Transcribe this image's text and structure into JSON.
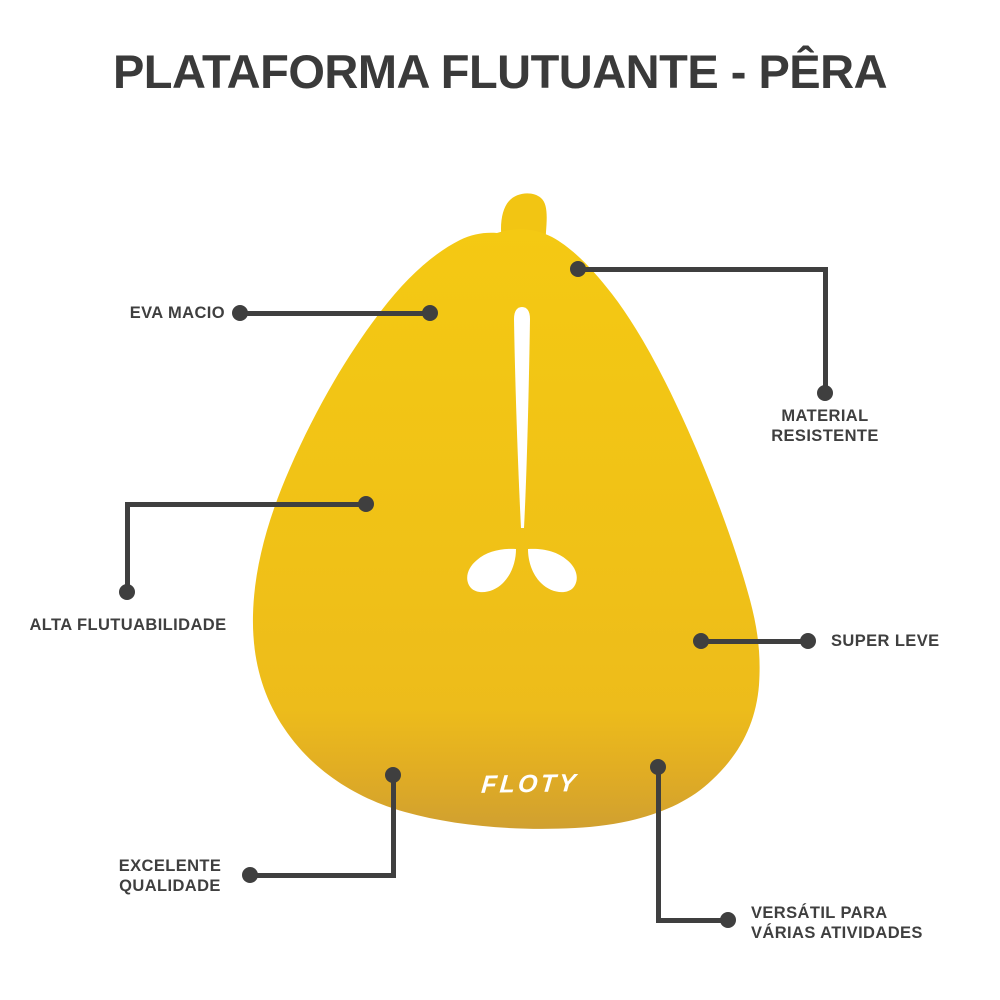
{
  "title": "PLATAFORMA FLUTUANTE - PÊRA",
  "product": {
    "shape": "pear",
    "logo": "FLOTY"
  },
  "callouts": {
    "eva_macio": {
      "label": "EVA MACIO"
    },
    "material_resistente": {
      "line1": "MATERIAL",
      "line2": "RESISTENTE"
    },
    "alta_flutuabilidade": {
      "label": "ALTA FLUTUABILIDADE"
    },
    "super_leve": {
      "label": "SUPER LEVE"
    },
    "excelente_qualidade": {
      "line1": "EXCELENTE",
      "line2": "QUALIDADE"
    },
    "versatil": {
      "line1": "VERSÁTIL PARA",
      "line2": "VÁRIAS ATIVIDADES"
    }
  },
  "colors": {
    "pear_yellow": "#F0C117",
    "pear_yellow_bright": "#F4C913",
    "pear_shadow": "#D0A030",
    "line_gray": "#3F3F3F",
    "title_gray": "#3A3A3A",
    "background": "#FFFFFF",
    "logo_white": "#FFFFFF"
  }
}
